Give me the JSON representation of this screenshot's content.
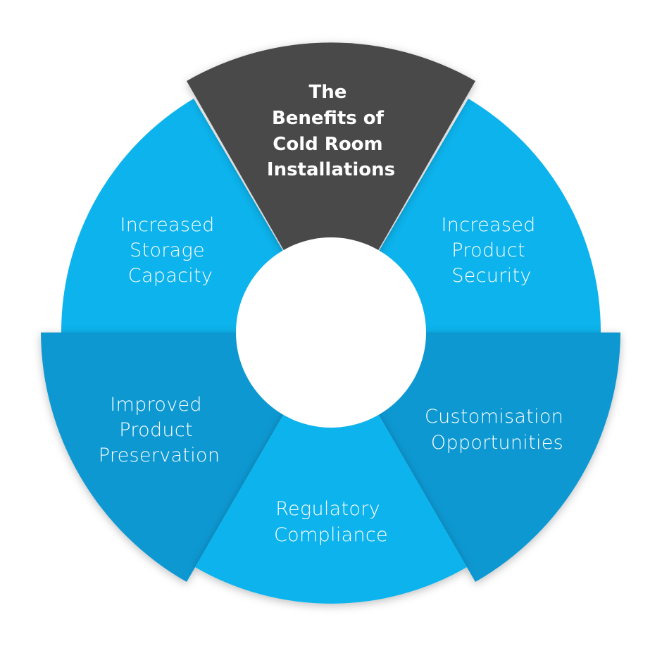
{
  "title": {
    "lines": [
      "The",
      "Benefits of",
      "Cold Room",
      "Installations"
    ]
  },
  "segments": [
    {
      "id": "storage",
      "lines": [
        "Increased",
        "Storage",
        "Capacity"
      ]
    },
    {
      "id": "security",
      "lines": [
        "Increased",
        "Product",
        "Security"
      ]
    },
    {
      "id": "customisation",
      "lines": [
        "Customisation",
        "Opportunities"
      ]
    },
    {
      "id": "compliance",
      "lines": [
        "Regulatory",
        "Compliance"
      ]
    },
    {
      "id": "preservation",
      "lines": [
        "Improved",
        "Product",
        "Preservation"
      ]
    }
  ],
  "colors": {
    "title_segment": "#494949",
    "light_blue": "#0db3ec",
    "dark_blue": "#0b98d2",
    "text_light": "#ffffff"
  }
}
